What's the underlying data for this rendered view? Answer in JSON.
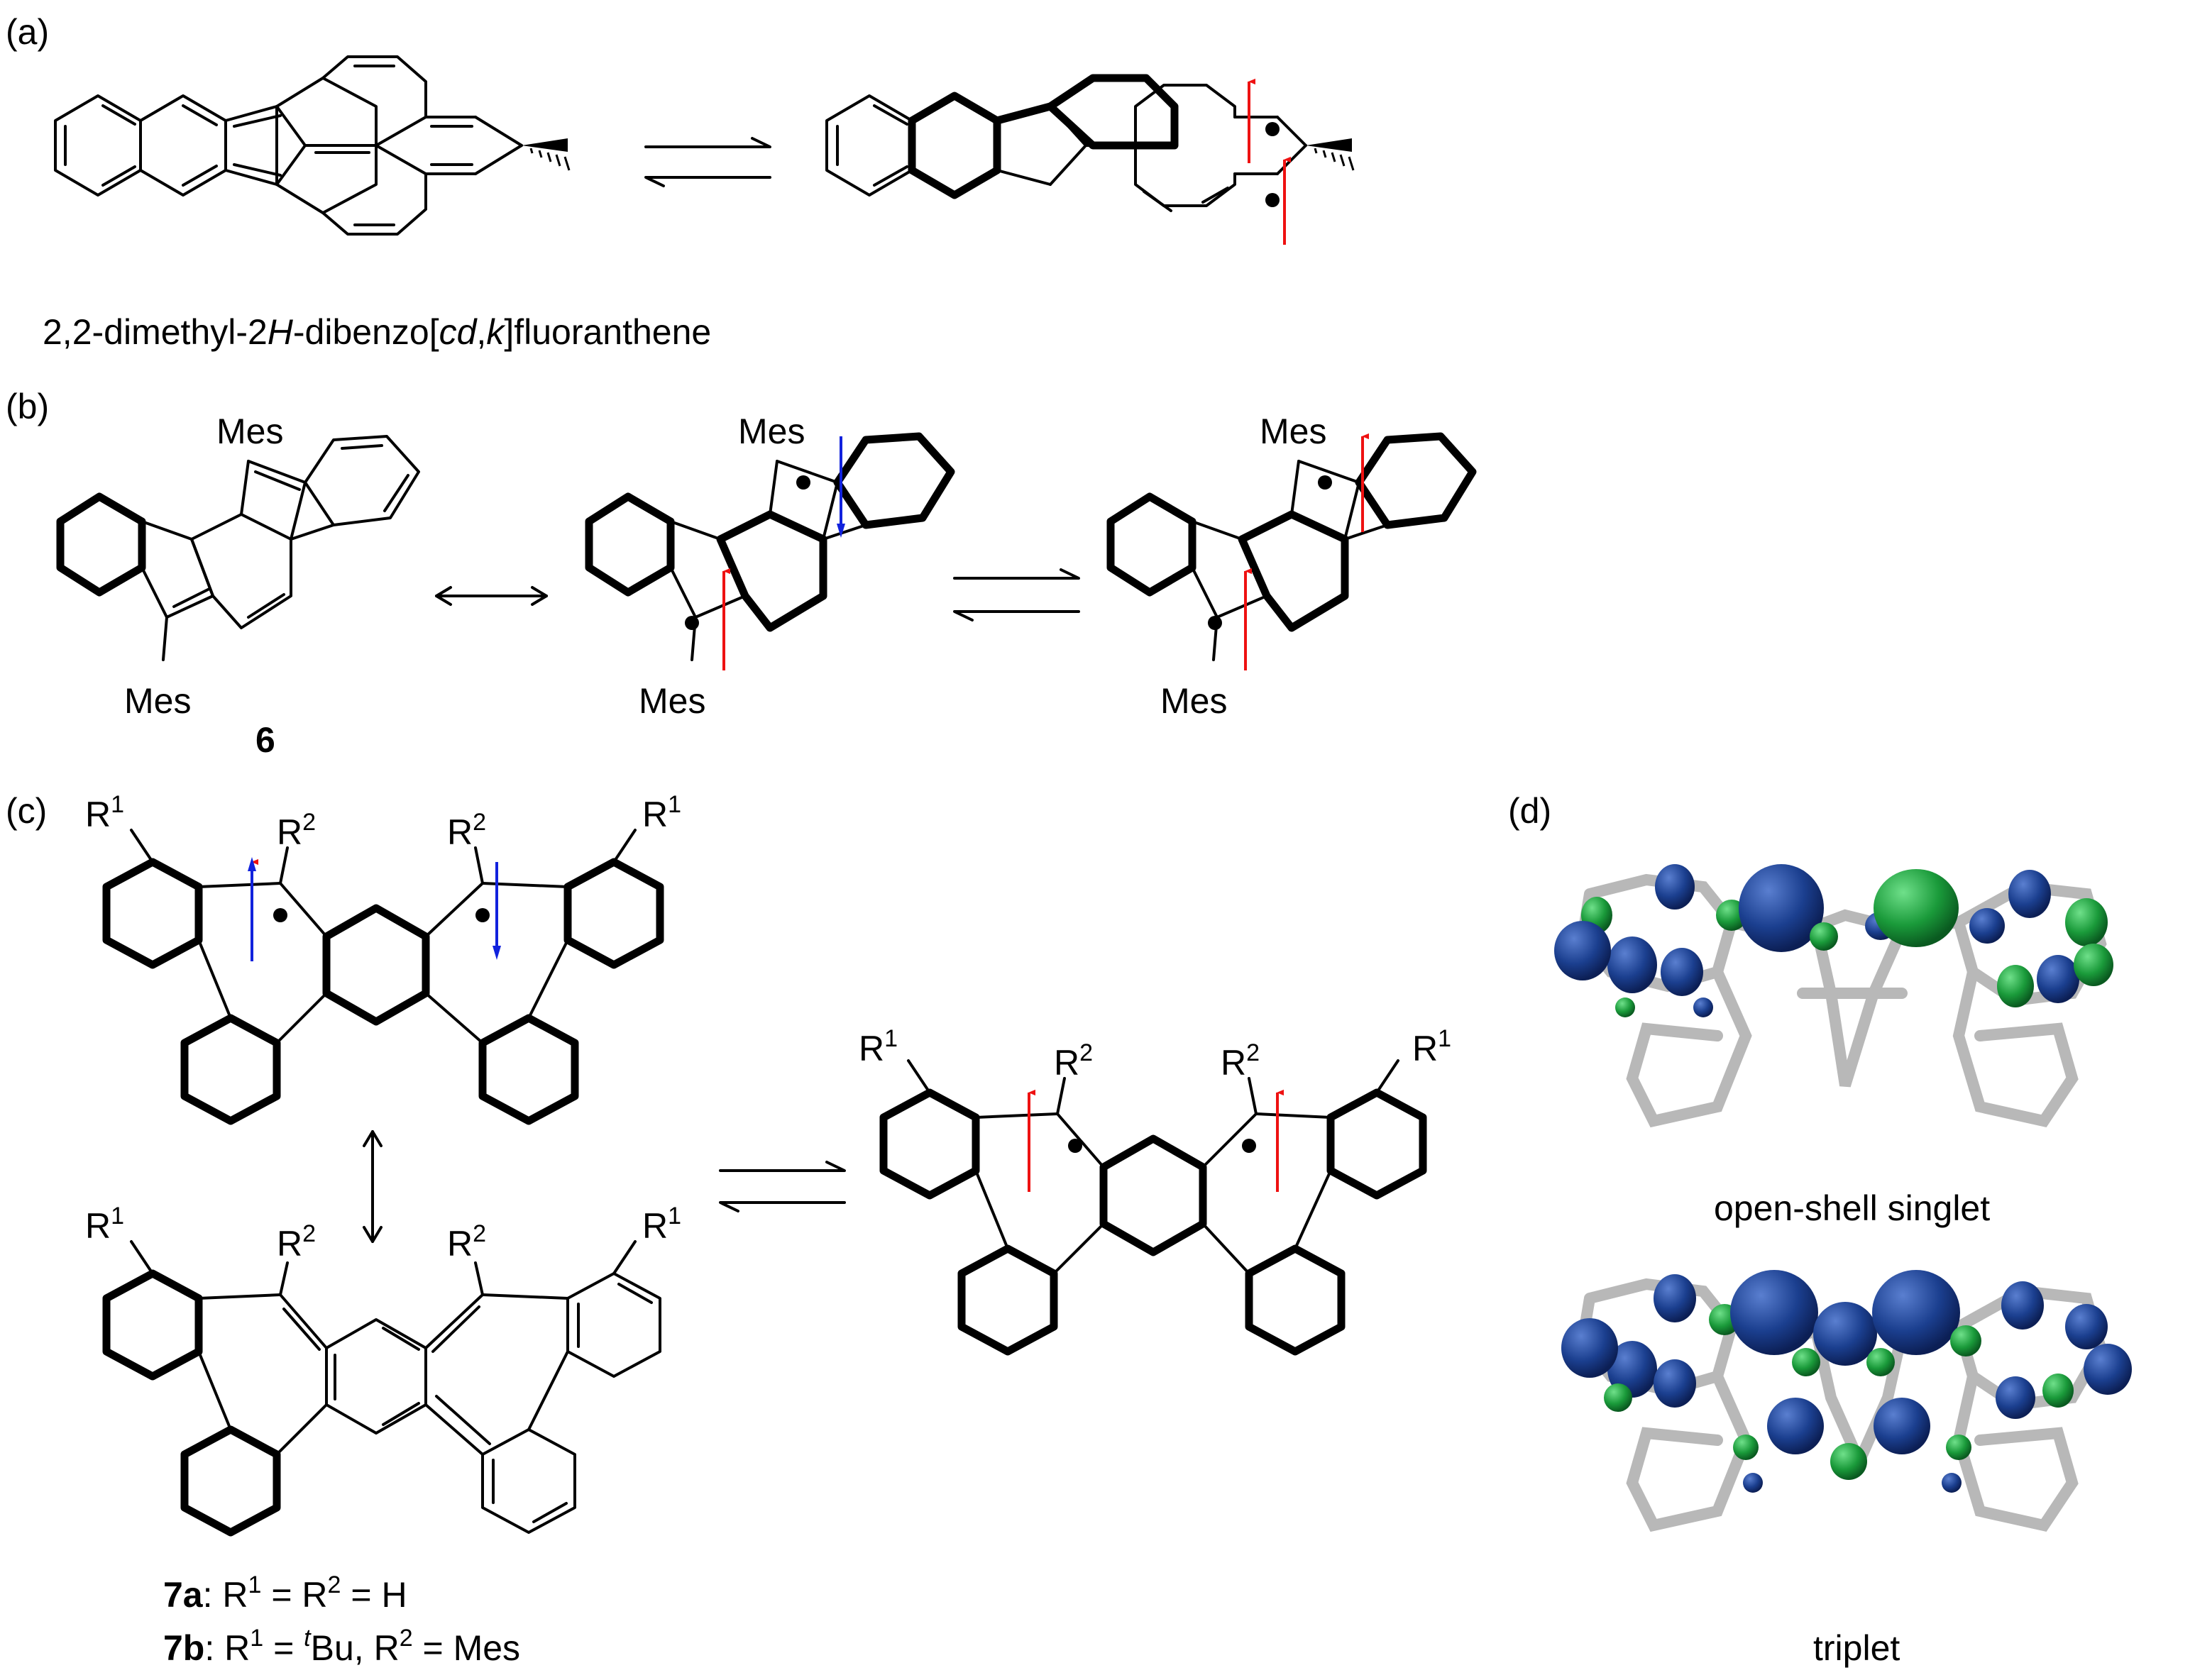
{
  "panels": {
    "a": {
      "label": "(a)",
      "compound_name_parts": [
        "2,2-dimethyl-2",
        "H",
        "-dibenzo[",
        "cd",
        ",",
        "k",
        "]fluoranthene"
      ]
    },
    "b": {
      "label": "(b)",
      "substituent": "Mes",
      "compound_number": "6"
    },
    "c": {
      "label": "(c)",
      "R1": "R",
      "R2": "R",
      "sup1": "1",
      "sup2": "2",
      "caption_7a": {
        "num": "7a",
        "text": ": R",
        "eq1": " = R",
        "end": " = H"
      },
      "caption_7b": {
        "num": "7b",
        "text": ": R",
        "eq1": " = ",
        "tsup": "t",
        "bu": "Bu, R",
        "end": " = Mes"
      }
    },
    "d": {
      "label": "(d)",
      "caption_top": "open-shell singlet",
      "caption_bottom": "triplet"
    }
  },
  "colors": {
    "spin_up": "#ee1111",
    "spin_down": "#1122dd",
    "orbital_blue": "#1b3f8f",
    "orbital_green": "#1a9a3a",
    "stick_gray": "#b8b8b8"
  }
}
